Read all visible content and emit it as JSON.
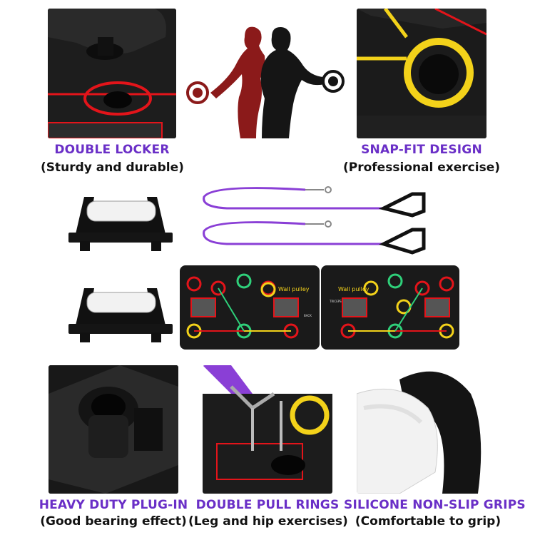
{
  "colors": {
    "accent_purple": "#6a2fc7",
    "silhouette_red": "#8b1a1a",
    "silhouette_dark": "#151515",
    "board_black": "#1a1a1a",
    "ring_red": "#e3141a",
    "ring_yellow": "#f3d21a",
    "ring_green": "#2fd07a",
    "band_purple": "#8a3fd6",
    "grip_white": "#f2f2f2"
  },
  "features": [
    {
      "title": "DOUBLE LOCKER",
      "subtitle": "(Sturdy and durable)"
    },
    {
      "title": "SNAP-FIT DESIGN",
      "subtitle": "(Professional exercise)"
    },
    {
      "title": "HEAVY DUTY PLUG-IN",
      "subtitle": "(Good bearing effect)"
    },
    {
      "title": "DOUBLE PULL RINGS",
      "subtitle": "(Leg and hip exercises)"
    },
    {
      "title": "SILICONE NON-SLIP GRIPS",
      "subtitle": "(Comfortable to grip)"
    }
  ],
  "board": {
    "label_left": "Wall pulley",
    "label_right": "Wall pulley",
    "tag_triceps": "TRICEPS",
    "tag_back": "BACK"
  },
  "icons": {
    "fitness_couple": "fitness-couple-silhouette",
    "dumbbell": "dumbbell-icon"
  }
}
